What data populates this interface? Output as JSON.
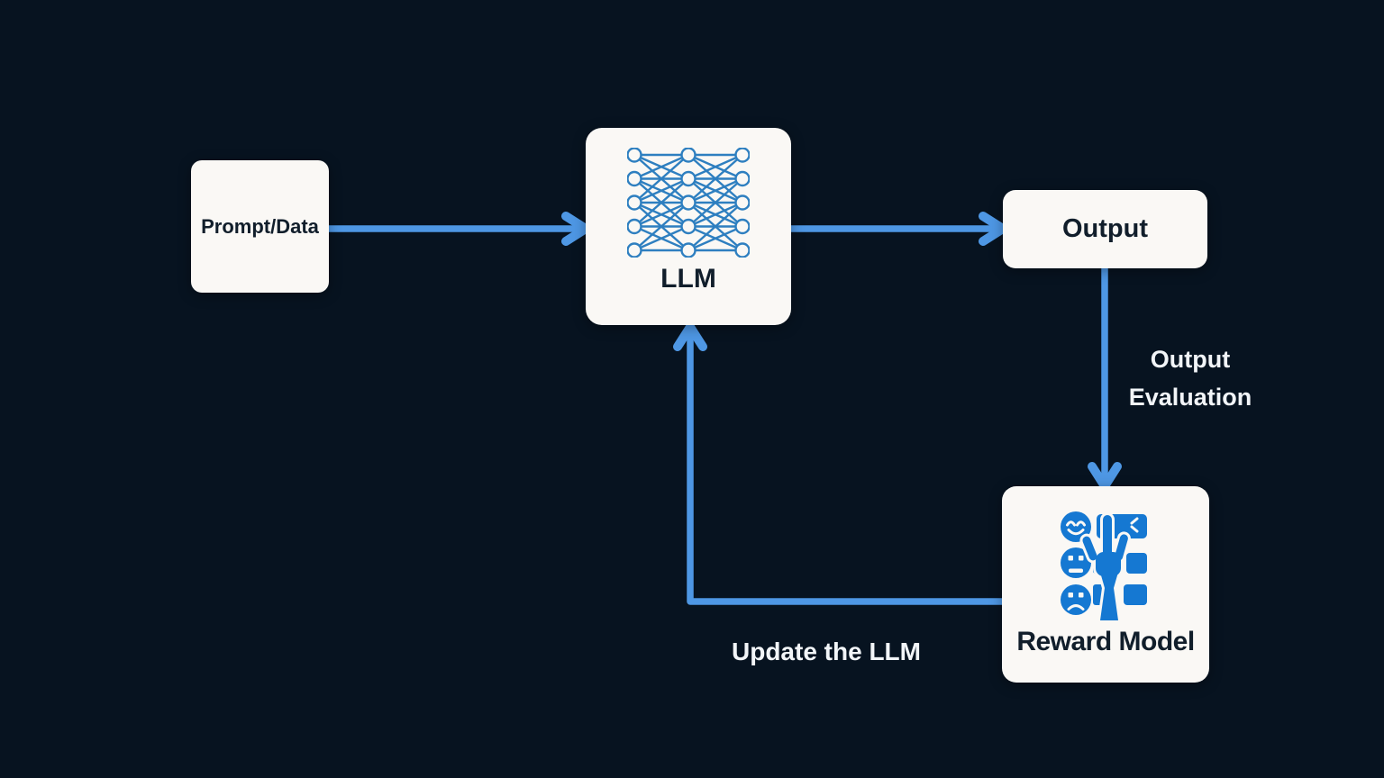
{
  "diagram_type": "flowchart",
  "colors": {
    "background": "#071320",
    "box_fill": "#faf8f5",
    "box_text": "#111e2b",
    "light_text": "#f2f5f8",
    "arrow": "#4e97e4",
    "network_icon": "#2e7fc0",
    "reward_icon": "#1578d2"
  },
  "nodes": {
    "prompt": {
      "label": "Prompt/Data"
    },
    "llm": {
      "label": "LLM",
      "icon": "neural-network-icon"
    },
    "output": {
      "label": "Output"
    },
    "reward": {
      "label": "Reward Model",
      "icon": "human-feedback-rating-icon"
    }
  },
  "edges": [
    {
      "id": "prompt-to-llm",
      "from": "prompt",
      "to": "llm",
      "label": ""
    },
    {
      "id": "llm-to-output",
      "from": "llm",
      "to": "output",
      "label": ""
    },
    {
      "id": "output-to-reward",
      "from": "output",
      "to": "reward",
      "label": "Output\nEvaluation"
    },
    {
      "id": "reward-to-llm",
      "from": "reward",
      "to": "llm",
      "label": "Update the LLM"
    }
  ]
}
